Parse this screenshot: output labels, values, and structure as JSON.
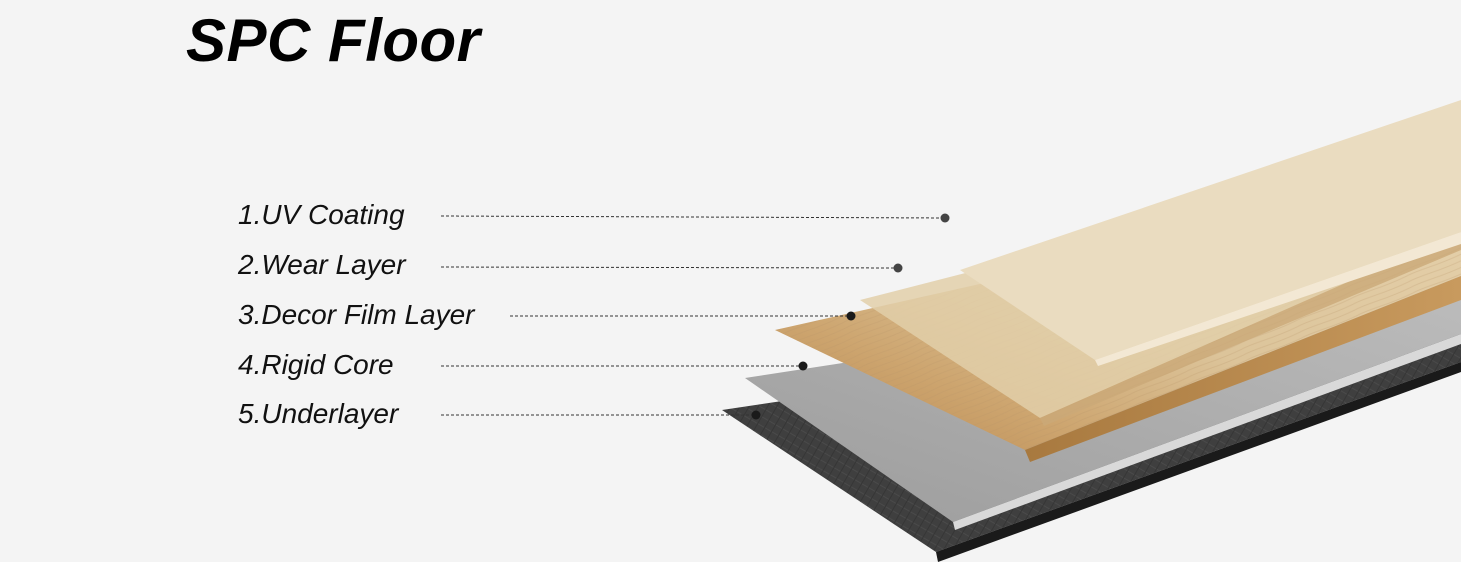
{
  "title": "SPC Floor",
  "layers": [
    {
      "label": "1.UV Coating"
    },
    {
      "label": "2.Wear Layer"
    },
    {
      "label": "3.Decor Film Layer"
    },
    {
      "label": "4.Rigid Core"
    },
    {
      "label": "5.Underlayer"
    }
  ],
  "colors": {
    "background": "#f4f4f4",
    "uv_coating": "#f7f7f7",
    "wear_layer": "#eeeeee",
    "decor_film_top": "#d8bf94",
    "decor_film_side": "#b0834a",
    "rigid_core": "#a9a9a9",
    "underlayer": "#3e3e3e",
    "leader_line": "#333333"
  }
}
